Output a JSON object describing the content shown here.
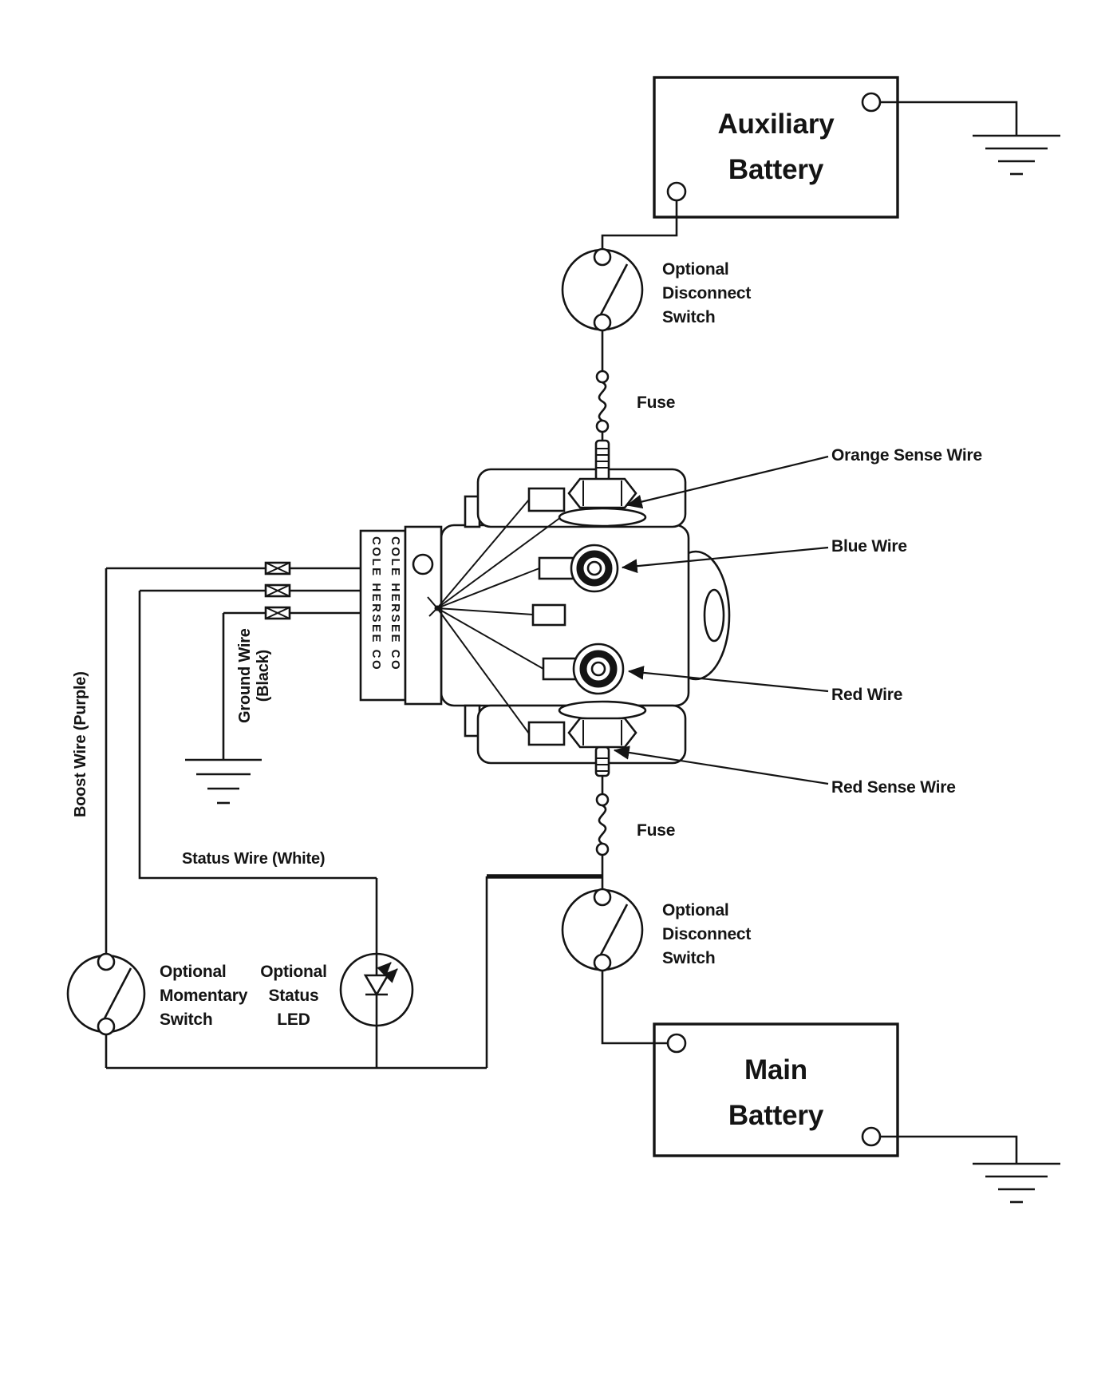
{
  "page": {
    "background": "#ffffff",
    "line_color": "#141414"
  },
  "aux_battery": {
    "label": "Auxiliary\nBattery"
  },
  "main_battery": {
    "label": "Main\nBattery"
  },
  "top_disconnect_switch": {
    "label": "Optional\nDisconnect\nSwitch"
  },
  "bottom_disconnect_switch": {
    "label": "Optional\nDisconnect\nSwitch"
  },
  "top_fuse": {
    "label": "Fuse"
  },
  "bottom_fuse": {
    "label": "Fuse"
  },
  "momentary_switch": {
    "label": "Optional\nMomentary\nSwitch"
  },
  "status_led": {
    "label": "Optional\nStatus\nLED"
  },
  "solenoid": {
    "brand": "COLE HERSEE CO"
  },
  "wires": {
    "orange_sense": "Orange Sense Wire",
    "blue": "Blue Wire",
    "red": "Red Wire",
    "red_sense": "Red Sense Wire",
    "ground": "Ground Wire\n(Black)",
    "boost": "Boost Wire (Purple)",
    "status": "Status Wire (White)"
  }
}
